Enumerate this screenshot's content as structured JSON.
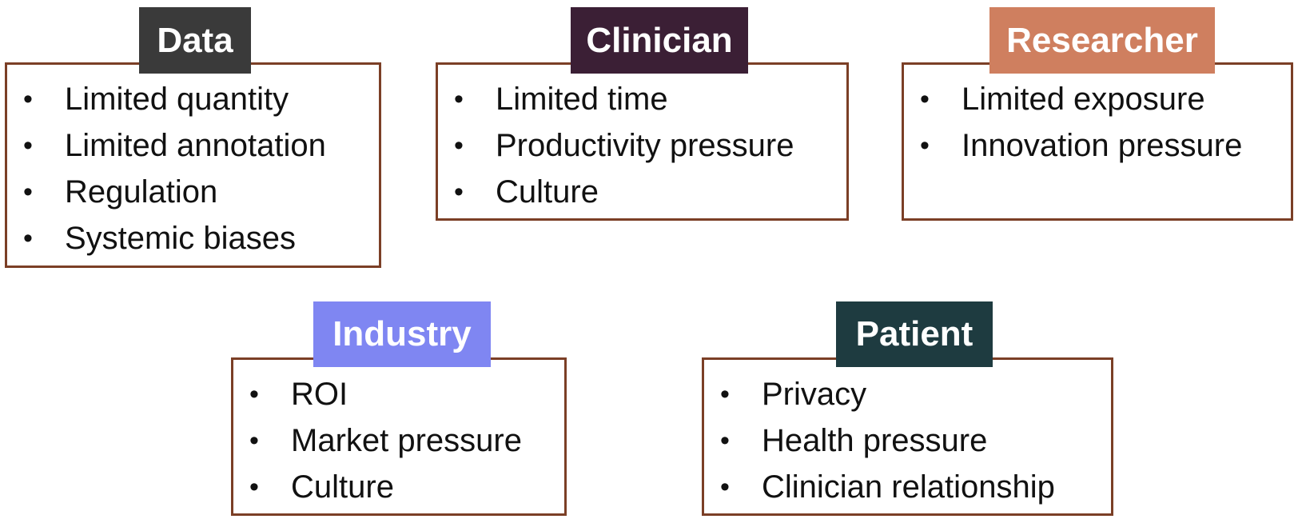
{
  "colors": {
    "border": "#7b3f26",
    "data": "#3a3a3a",
    "clinician": "#3b1f35",
    "researcher": "#cf7f5f",
    "industry": "#7f86f2",
    "patient": "#1e3b40"
  },
  "data": {
    "title": "Data",
    "items": [
      "Limited quantity",
      "Limited annotation",
      "Regulation",
      "Systemic biases"
    ]
  },
  "clinician": {
    "title": "Clinician",
    "items": [
      "Limited time",
      "Productivity pressure",
      "Culture"
    ]
  },
  "researcher": {
    "title": "Researcher",
    "items": [
      "Limited exposure",
      "Innovation pressure"
    ]
  },
  "industry": {
    "title": "Industry",
    "items": [
      "ROI",
      "Market pressure",
      "Culture"
    ]
  },
  "patient": {
    "title": "Patient",
    "items": [
      "Privacy",
      "Health pressure",
      "Clinician relationship"
    ]
  }
}
